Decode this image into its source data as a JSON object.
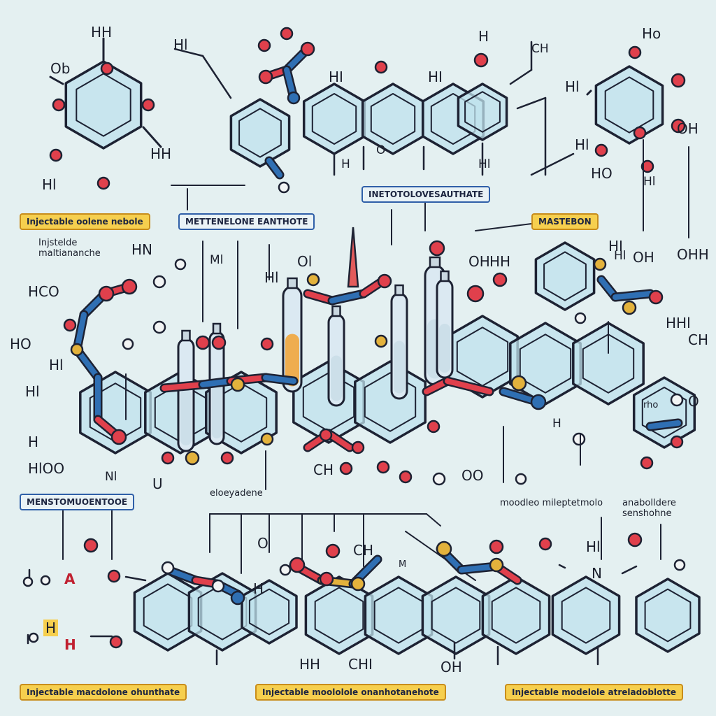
{
  "diagram": {
    "box_labels": {
      "b1": "Injectable oolene nebole",
      "b2": "METTENELONE EANTHOTE",
      "b3": "INETOTOLOVESAUTHATE",
      "b4": "MASTEBON",
      "b5": "MENSTOMUOENTOOE",
      "b6": "Injectable macdolone ohunthate",
      "b7": "Injectable moololole onanhotanehote",
      "b8": "Injectable modelole atreladoblotte"
    },
    "plain_labels": {
      "p1": "Injstelde maltiananche",
      "p2": "eloeyadene",
      "p3": "moodleo mileptetmolo",
      "p4": "anabolldere senshohne"
    },
    "atoms": [
      "HH",
      "Ob",
      "HH",
      "Hl",
      "Hl",
      "CH",
      "HI",
      "Ho",
      "HI",
      "H",
      "Hl",
      "H",
      "O",
      "Hl",
      "HO",
      "Hl",
      "OH",
      "Hl",
      "HI",
      "Hl",
      "HCO",
      "HO",
      "Hl",
      "Hl",
      "HlOO",
      "Nl",
      "HN",
      "Ml",
      "Hl",
      "Ol",
      "H",
      "CH",
      "OO",
      "H",
      "OH",
      "HH",
      "OH",
      "OHH",
      "HHl",
      "CH",
      "rho",
      "O",
      "U",
      "O",
      "CH",
      "M",
      "N",
      "H",
      "HH",
      "CHI",
      "OH",
      "A",
      "H",
      "Hl",
      "H"
    ],
    "colors": {
      "background": "#e4f0f1",
      "oxygen": "#e0404c",
      "nitrogen": "#2f6fb3",
      "sulfur": "#e3b23c",
      "ring_fill": "#bfe2ec",
      "bond": "#1d2233",
      "label_box": "#f6cf4e",
      "label_border": "#c88d1c",
      "title_box_border": "#2f5fa8"
    }
  }
}
